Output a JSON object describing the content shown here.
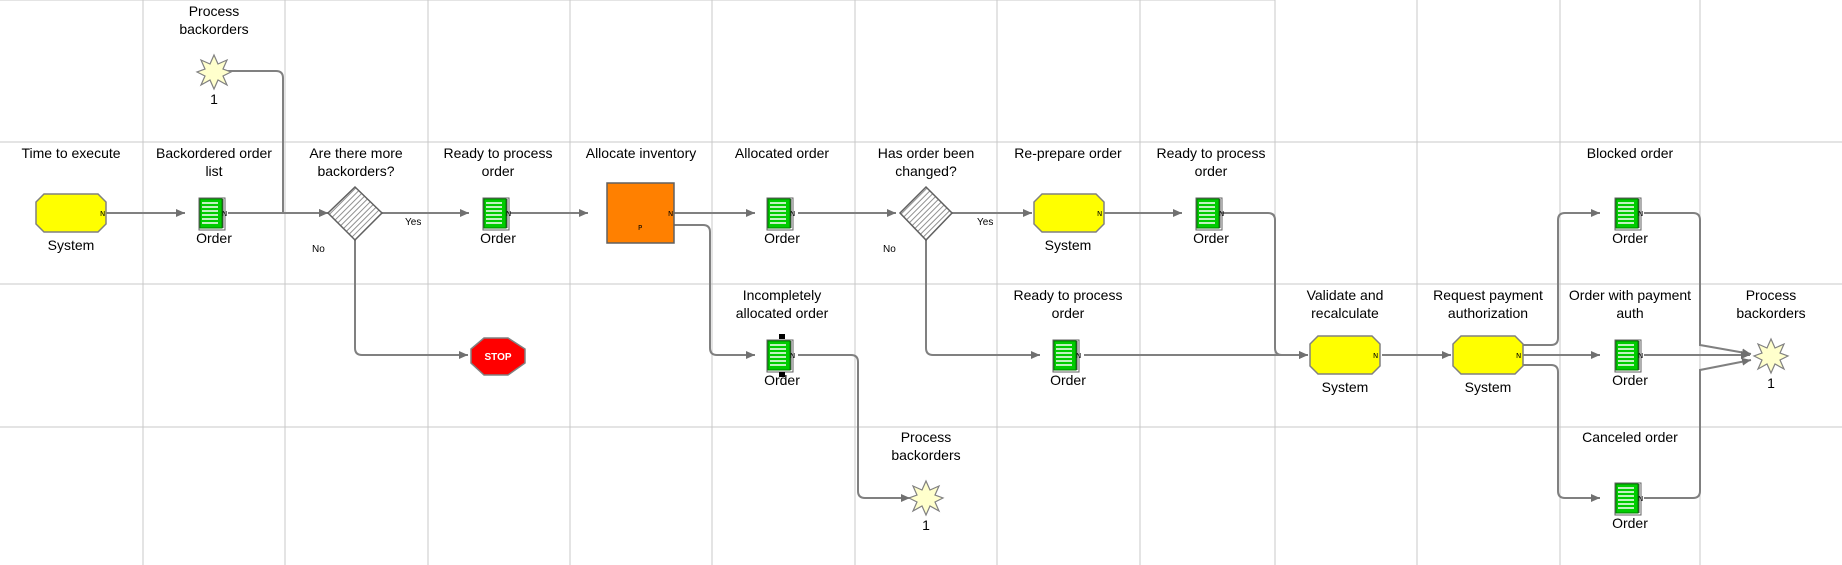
{
  "diagram": {
    "trigger_top": {
      "label_1": "Process",
      "label_2": "backorders",
      "count": "1"
    },
    "event_start": {
      "label": "Time to execute",
      "role": "System",
      "marker": "N"
    },
    "doc_backorder_list": {
      "label_1": "Backordered order",
      "label_2": "list",
      "role": "Order"
    },
    "decision_more": {
      "label_1": "Are there more",
      "label_2": "backorders?",
      "yes": "Yes",
      "no": "No"
    },
    "doc_ready_1": {
      "label_1": "Ready to process",
      "label_2": "order",
      "role": "Order"
    },
    "stop": {
      "label": "STOP"
    },
    "process_allocate": {
      "label": "Allocate inventory",
      "marker_p": "P",
      "marker_n": "N"
    },
    "doc_allocated": {
      "label": "Allocated order",
      "role": "Order"
    },
    "doc_incomplete": {
      "label_1": "Incompletely",
      "label_2": "allocated order",
      "role": "Order"
    },
    "trigger_mid": {
      "label_1": "Process",
      "label_2": "backorders",
      "count": "1"
    },
    "decision_changed": {
      "label_1": "Has order been",
      "label_2": "changed?",
      "yes": "Yes",
      "no": "No"
    },
    "event_reprepare": {
      "label": "Re-prepare order",
      "role": "System",
      "marker": "N"
    },
    "doc_ready_2": {
      "label_1": "Ready to process",
      "label_2": "order",
      "role": "Order"
    },
    "doc_ready_3": {
      "label_1": "Ready to process",
      "label_2": "order",
      "role": "Order"
    },
    "event_validate": {
      "label_1": "Validate and",
      "label_2": "recalculate",
      "role": "System",
      "marker": "N"
    },
    "event_request": {
      "label_1": "Request payment",
      "label_2": "authorization",
      "role": "System",
      "marker": "N"
    },
    "doc_blocked": {
      "label": "Blocked order",
      "role": "Order"
    },
    "doc_payment_auth": {
      "label_1": "Order with payment",
      "label_2": "auth",
      "role": "Order"
    },
    "doc_canceled": {
      "label": "Canceled order",
      "role": "Order"
    },
    "trigger_end": {
      "label_1": "Process",
      "label_2": "backorders",
      "count": "1"
    },
    "doc_marker": "N"
  },
  "colors": {
    "event_fill": "#ffff00",
    "process_fill": "#ff8000",
    "doc_fill": "#00d000",
    "stop_fill": "#ff0000",
    "trigger_fill": "#ffffc8",
    "grid": "#c8c8c8",
    "flow": "#808080"
  }
}
